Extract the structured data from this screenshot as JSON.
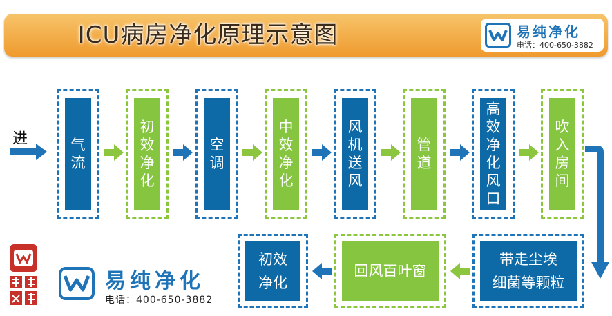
{
  "header": {
    "title": "ICU病房净化原理示意图",
    "brand": "易纯净化",
    "phone": "电话：400-650-3882"
  },
  "entry_label": "进",
  "flow_top": [
    {
      "label": "气流",
      "color": "blue"
    },
    {
      "label": "初效净化",
      "color": "green"
    },
    {
      "label": "空调",
      "color": "blue"
    },
    {
      "label": "中效净化",
      "color": "green"
    },
    {
      "label": "风机送风",
      "color": "blue"
    },
    {
      "label": "管道",
      "color": "green"
    },
    {
      "label": "高效净化风口",
      "color": "blue"
    },
    {
      "label": "吹入房间",
      "color": "green"
    }
  ],
  "flow_bottom": [
    {
      "line1": "带走尘埃",
      "line2": "细菌等颗粒",
      "color": "blue"
    },
    {
      "line1": "回风百叶窗",
      "line2": "",
      "color": "green"
    },
    {
      "line1": "初效",
      "line2": "净化",
      "color": "blue"
    }
  ],
  "footer": {
    "brand": "易纯净化",
    "phone": "电话：400-650-3882"
  },
  "colors": {
    "blue": "#0d6aa6",
    "green": "#86c540",
    "banner": "#ef9a2e"
  }
}
